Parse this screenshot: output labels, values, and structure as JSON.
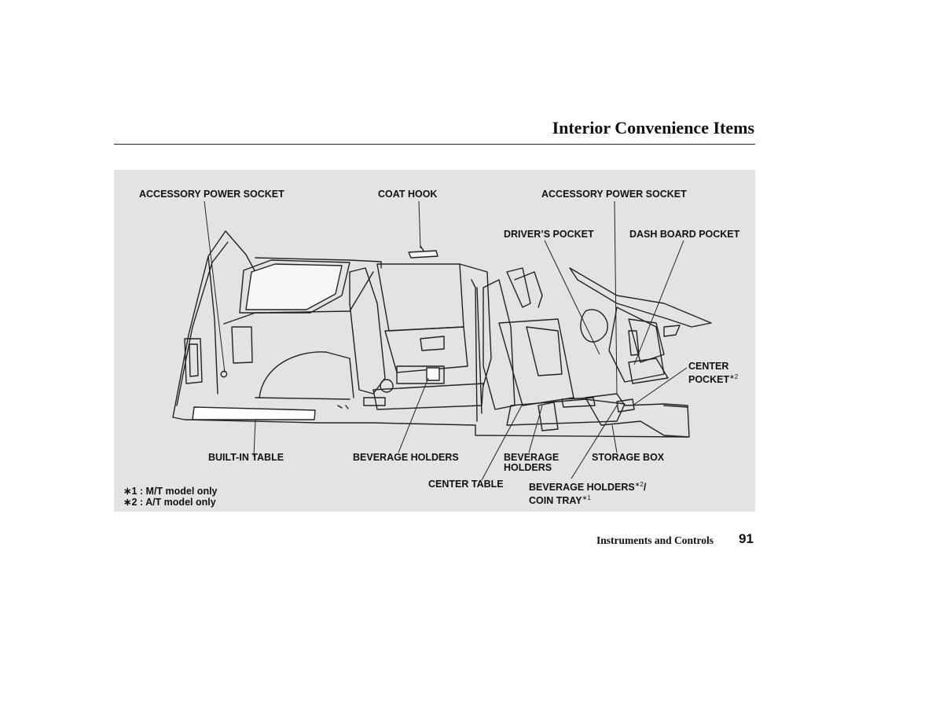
{
  "header": {
    "title": "Interior Convenience Items"
  },
  "figure": {
    "labels": {
      "accessory_socket_left": "ACCESSORY POWER SOCKET",
      "coat_hook": "COAT HOOK",
      "accessory_socket_right": "ACCESSORY POWER SOCKET",
      "drivers_pocket": "DRIVER’S POCKET",
      "dashboard_pocket": "DASH BOARD POCKET",
      "center_pocket_line1": "CENTER",
      "center_pocket_line2": "POCKET",
      "center_pocket_note": "∗2",
      "built_in_table": "BUILT-IN TABLE",
      "beverage_holders_mid": "BEVERAGE HOLDERS",
      "beverage_holders_front_line1": "BEVERAGE",
      "beverage_holders_front_line2": "HOLDERS",
      "storage_box": "STORAGE BOX",
      "center_table": "CENTER TABLE",
      "beverage_coin_line1": "BEVERAGE HOLDERS",
      "beverage_coin_note1": "∗2",
      "beverage_coin_slash": "/",
      "beverage_coin_line2": "COIN TRAY",
      "beverage_coin_note2": "∗1"
    },
    "footnotes": [
      "∗1 : M/T model only",
      "∗2 : A/T model only"
    ]
  },
  "footer": {
    "section": "Instruments and Controls",
    "page_number": "91"
  }
}
